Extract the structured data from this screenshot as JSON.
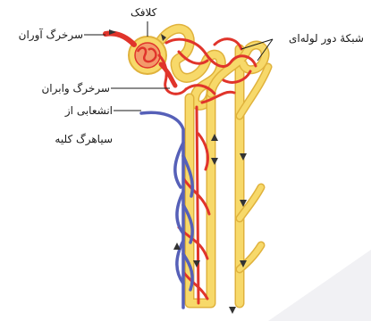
{
  "labels": {
    "glomerulus": "کلافک",
    "afferent_arteriole": "سرخرگ آوران",
    "peritubular_network": "شبکهٔ دور لوله‌ای",
    "efferent_arteriole": "سرخرگ وابران",
    "renal_vein_branch_line1": "انشعابی از",
    "renal_vein_branch_line2": "سیاهرگ کلیه"
  },
  "colors": {
    "tubule": "#f7d96a",
    "tubule_edge": "#e0b23c",
    "artery": "#e0342b",
    "vein": "#5660b8",
    "arrow": "#333333"
  }
}
